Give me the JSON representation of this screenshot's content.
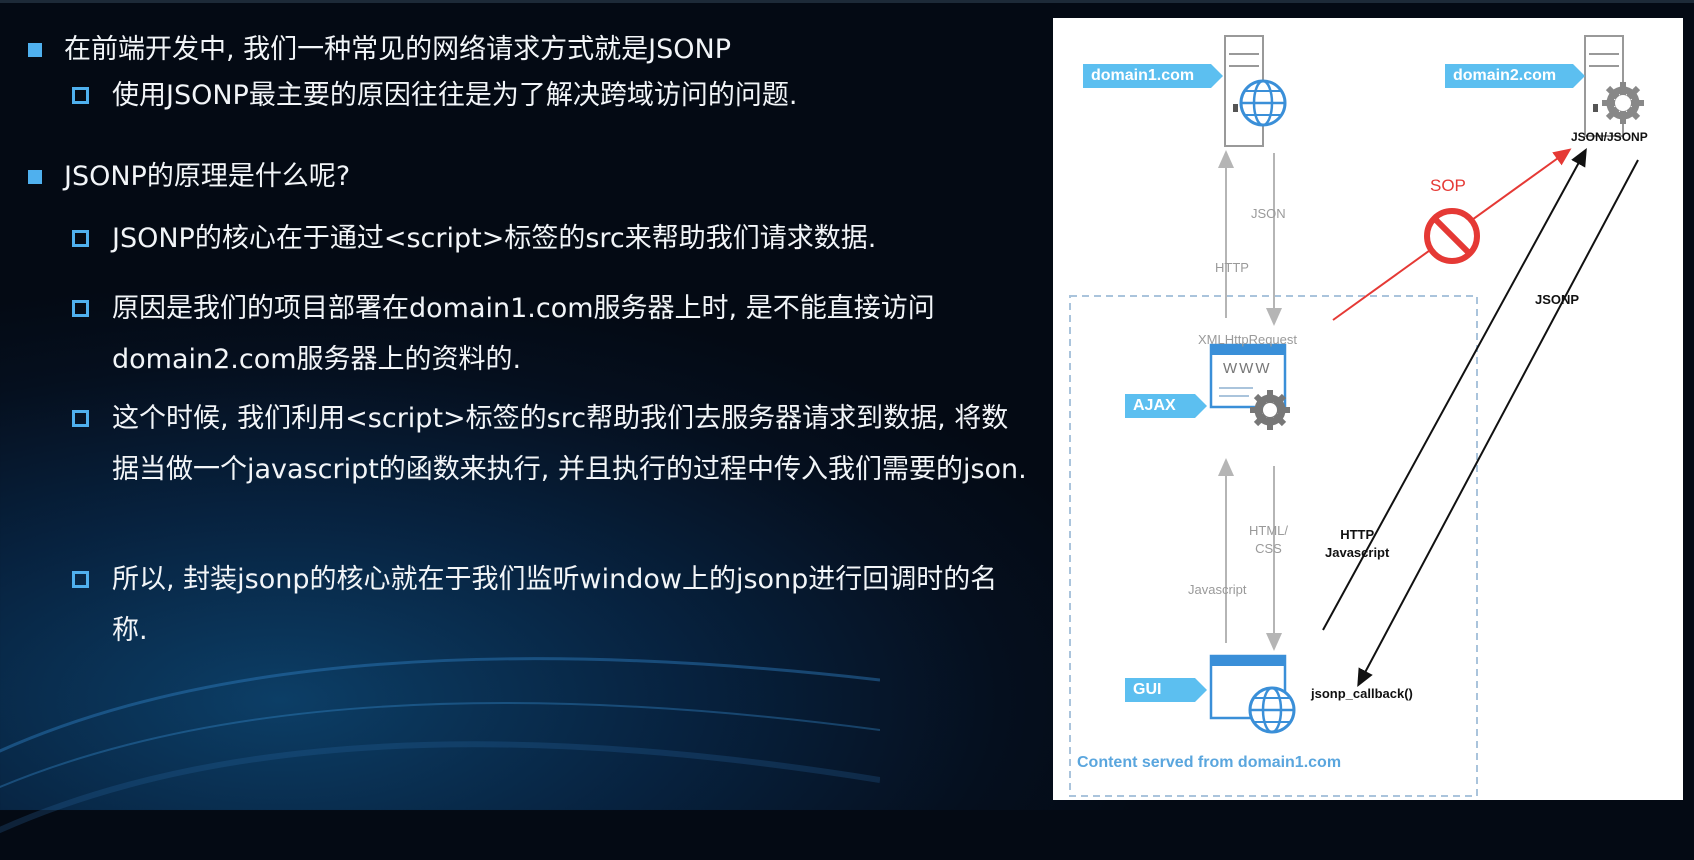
{
  "slide": {
    "bullets": [
      {
        "level": 1,
        "text": "在前端开发中, 我们一种常见的网络请求方式就是JSONP"
      },
      {
        "level": 2,
        "text": "使用JSONP最主要的原因往往是为了解决跨域访问的问题."
      },
      {
        "level": 1,
        "text": "JSONP的原理是什么呢?"
      },
      {
        "level": 2,
        "text": "JSONP的核心在于通过<script>标签的src来帮助我们请求数据."
      },
      {
        "level": 2,
        "text": "原因是我们的项目部署在domain1.com服务器上时, 是不能直接访问domain2.com服务器上的资料的."
      },
      {
        "level": 2,
        "text": "这个时候, 我们利用<script>标签的src帮助我们去服务器请求到数据, 将数据当做一个javascript的函数来执行, 并且执行的过程中传入我们需要的json."
      },
      {
        "level": 2,
        "text": "所以, 封装jsonp的核心就在于我们监听window上的jsonp进行回调时的名称."
      }
    ]
  },
  "diagram": {
    "domain1_tag": "domain1.com",
    "domain2_tag": "domain2.com",
    "json_jsonp_label": "JSON/JSONP",
    "json_label": "JSON",
    "http_label": "HTTP",
    "xhr_label": "XMLHttpRequest",
    "sop_label": "SOP",
    "jsonp_label": "JSONP",
    "ajax_tag": "AJAX",
    "www_label": "WWW",
    "html_css_label": "HTML/\nCSS",
    "javascript_label": "Javascript",
    "http_javascript_label": "HTTP\nJavascript",
    "gui_tag": "GUI",
    "callback_label": "jsonp_callback()",
    "content_served_label": "Content served from domain1.com",
    "colors": {
      "tag": "#5cbff0",
      "icon": "#3a8fd8",
      "sop": "#e53935",
      "dash": "#aac4dc"
    }
  }
}
